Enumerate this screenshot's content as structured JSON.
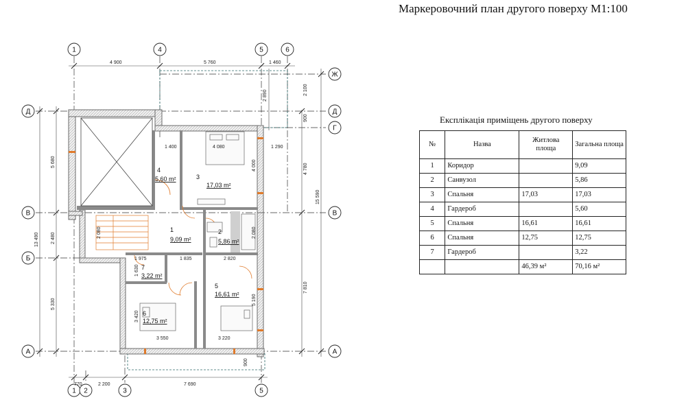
{
  "title": "Маркеровочний план другого  поверху М1:100",
  "axes_top": [
    "1",
    "4",
    "5",
    "6"
  ],
  "axes_bottom": [
    "1",
    "2",
    "3",
    "5"
  ],
  "axes_left": [
    "Д",
    "В",
    "Б",
    "А"
  ],
  "axes_right": [
    "Ж",
    "Д",
    "Г",
    "В",
    "А"
  ],
  "dims_top": [
    "4 900",
    "5 760",
    "1 460"
  ],
  "dims_bottom": [
    "770",
    "2 200",
    "7 690"
  ],
  "dims_left_outer": [
    "13 490"
  ],
  "dims_left_inner": [
    "5 680",
    "2 480",
    "5 330"
  ],
  "dims_right_outer": [
    "15 590"
  ],
  "dims_right_mid": [
    "4 780",
    "7 810"
  ],
  "dims_right_top": [
    "2 100",
    "900",
    "2 890"
  ],
  "dims_interior": [
    "1 400",
    "4 080",
    "1 290",
    "4 000",
    "2 080",
    "2 080",
    "1 975",
    "1 835",
    "2 820",
    "1 630",
    "3 420",
    "5 190",
    "3 550",
    "3 220",
    "900"
  ],
  "rooms": [
    {
      "num": "1",
      "area": "9,09 m²"
    },
    {
      "num": "2",
      "area": "5,86 m²"
    },
    {
      "num": "3",
      "area": "17,03 m²"
    },
    {
      "num": "4",
      "area": "5,60 m²"
    },
    {
      "num": "5",
      "area": "16,61 m²"
    },
    {
      "num": "6",
      "area": "12,75 m²"
    },
    {
      "num": "7",
      "area": "3,22 m²"
    }
  ],
  "table": {
    "title": "Експлікація приміщень другого поверху",
    "headers": [
      "№",
      "Назва",
      "Житлова площа",
      "Загальна площа"
    ],
    "rows": [
      [
        "1",
        "Коридор",
        "",
        "9,09"
      ],
      [
        "2",
        "Санвузол",
        "",
        "5,86"
      ],
      [
        "3",
        "Спальня",
        "17,03",
        "17,03"
      ],
      [
        "4",
        "Гардероб",
        "",
        "5,60"
      ],
      [
        "5",
        "Спальня",
        "16,61",
        "16,61"
      ],
      [
        "6",
        "Спальня",
        "12,75",
        "12,75"
      ],
      [
        "7",
        "Гардероб",
        "",
        "3,22"
      ]
    ],
    "totals": [
      "",
      "",
      "46,39 м²",
      "70,16 м²"
    ]
  },
  "colors": {
    "wall": "#6b6b6b",
    "door": "#e07a2a",
    "dash": "#333333",
    "hatch": "#c8c8c8"
  }
}
